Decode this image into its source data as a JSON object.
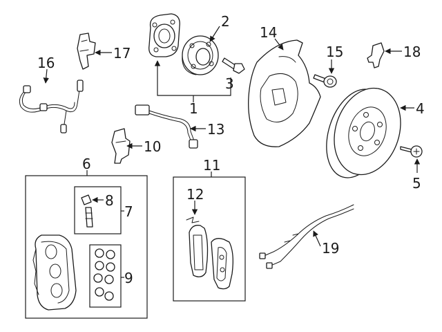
{
  "callouts": {
    "c1": "1",
    "c2": "2",
    "c3": "3",
    "c4": "4",
    "c5": "5",
    "c6": "6",
    "c7": "7",
    "c8": "8",
    "c9": "9",
    "c10": "10",
    "c11": "11",
    "c12": "12",
    "c13": "13",
    "c14": "14",
    "c15": "15",
    "c16": "16",
    "c17": "17",
    "c18": "18",
    "c19": "19"
  },
  "colors": {
    "line": "#1a1a1a",
    "background": "#ffffff"
  }
}
